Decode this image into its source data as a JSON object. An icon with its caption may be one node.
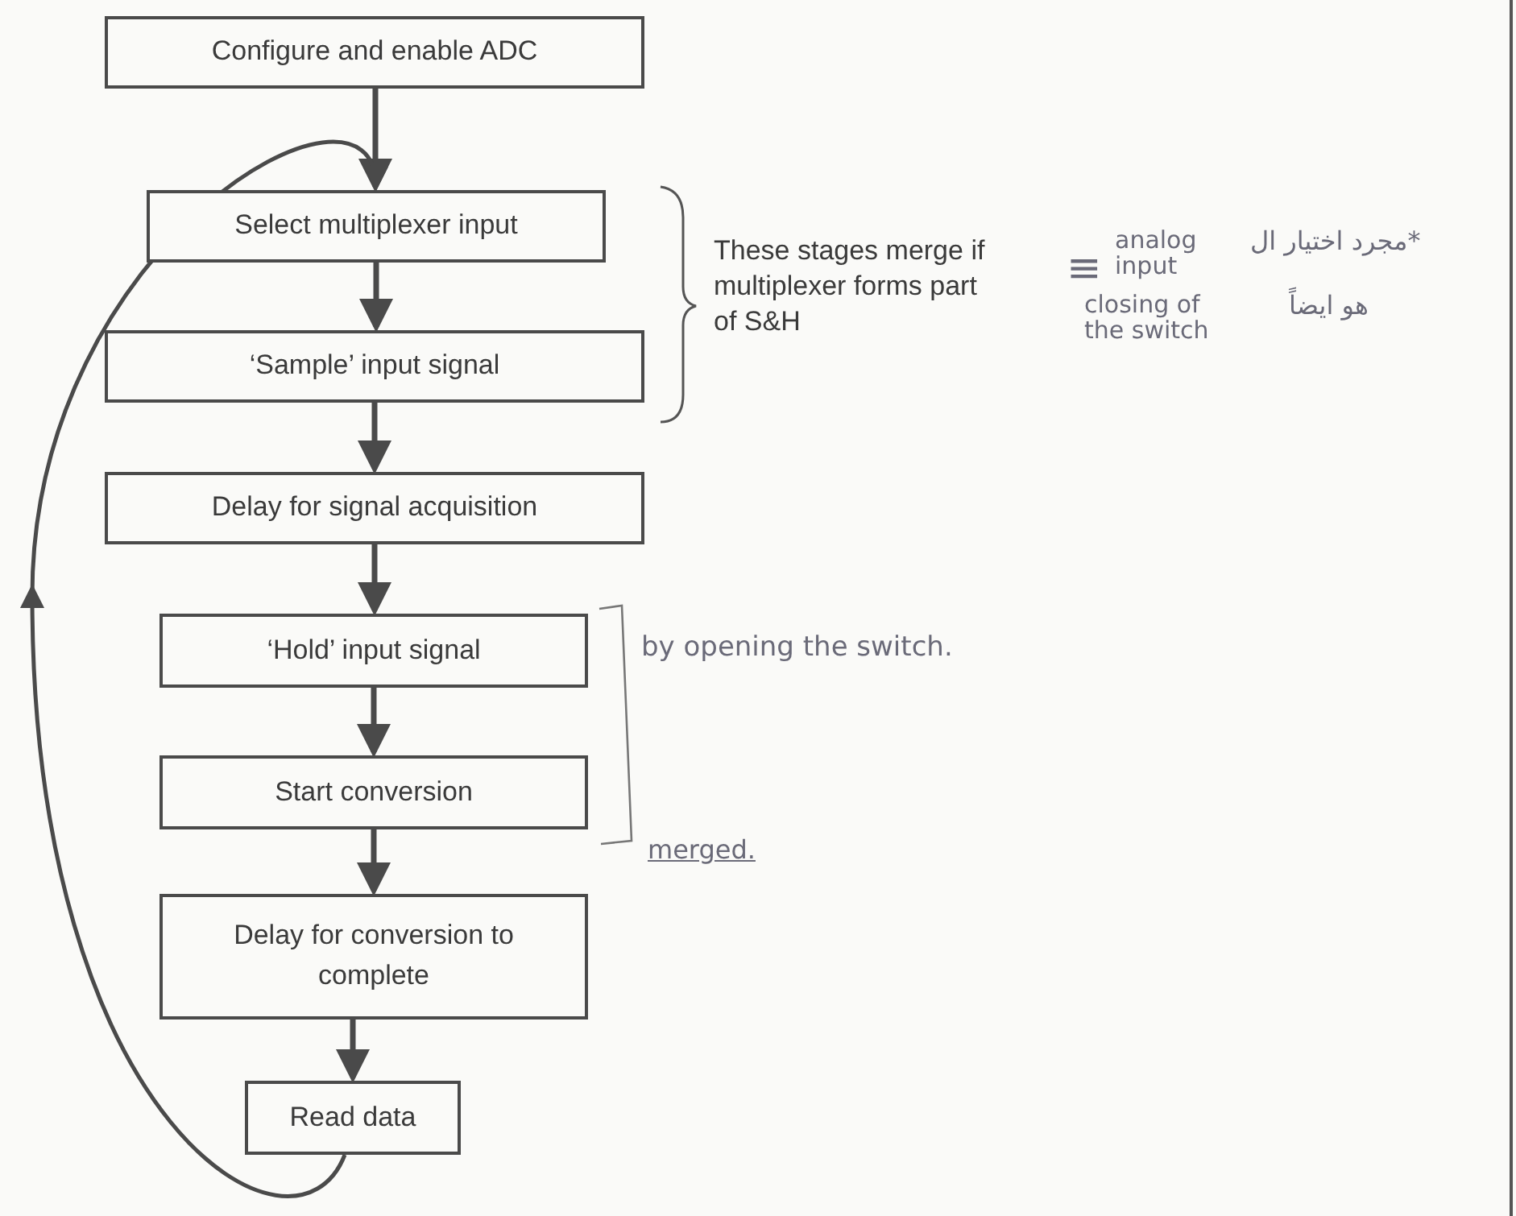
{
  "diagram": {
    "nodes": [
      {
        "text": [
          "Configure and enable ADC"
        ]
      },
      {
        "text": [
          "Select multiplexer input"
        ]
      },
      {
        "text": [
          "‘Sample’ input  signal"
        ]
      },
      {
        "text": [
          "Delay for signal acquisition"
        ]
      },
      {
        "text": [
          "‘Hold’ input  signal"
        ]
      },
      {
        "text": [
          "Start conversion"
        ]
      },
      {
        "text": [
          "Delay for conversion to complete"
        ]
      },
      {
        "text": [
          "Read data"
        ]
      }
    ],
    "edges": [
      {
        "from": 0,
        "to": 1,
        "arrow": "to"
      },
      {
        "from": 1,
        "to": 2,
        "arrow": "to"
      },
      {
        "from": 2,
        "to": 3,
        "arrow": "to"
      },
      {
        "from": 3,
        "to": 4,
        "arrow": "to"
      },
      {
        "from": 4,
        "to": 5,
        "arrow": "to"
      },
      {
        "from": 5,
        "to": 6,
        "arrow": "to"
      },
      {
        "from": 6,
        "to": 7,
        "arrow": "to"
      },
      {
        "from": 7,
        "to": 1,
        "arrow": "to"
      }
    ],
    "labels": [
      "These stages merge if multiplexer forms part of S&H",
      "≡",
      "analog input",
      "*مجرد اختيار ال",
      "هو ايضاً",
      "closing of the switch",
      "by opening the switch.",
      "merged."
    ]
  }
}
